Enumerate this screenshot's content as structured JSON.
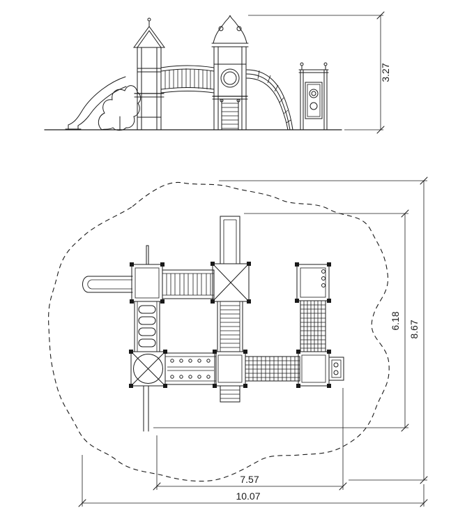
{
  "canvas": {
    "background": "#ffffff",
    "line_color": "#1a1a1a"
  },
  "elevation_view": {
    "dimension": {
      "height": "3.27"
    }
  },
  "plan_view": {
    "dimensions": {
      "inner_height": "6.18",
      "outer_height": "8.67",
      "inner_width": "7.57",
      "outer_width": "10.07"
    }
  }
}
